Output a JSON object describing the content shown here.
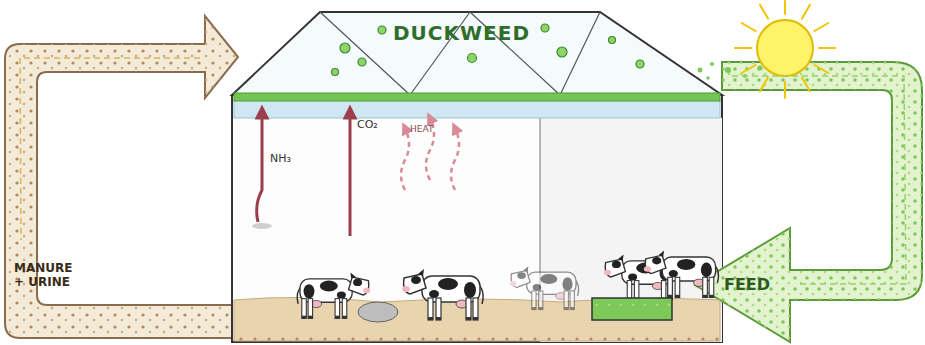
{
  "diagram": {
    "nodes": [
      {
        "text": [
          "MANURE + URINE"
        ]
      },
      {
        "text": [
          "DUCKWEED"
        ]
      },
      {
        "text": [
          "FEED"
        ]
      }
    ],
    "labels": [
      "NH₃",
      "CO₂",
      "HEAT"
    ]
  }
}
